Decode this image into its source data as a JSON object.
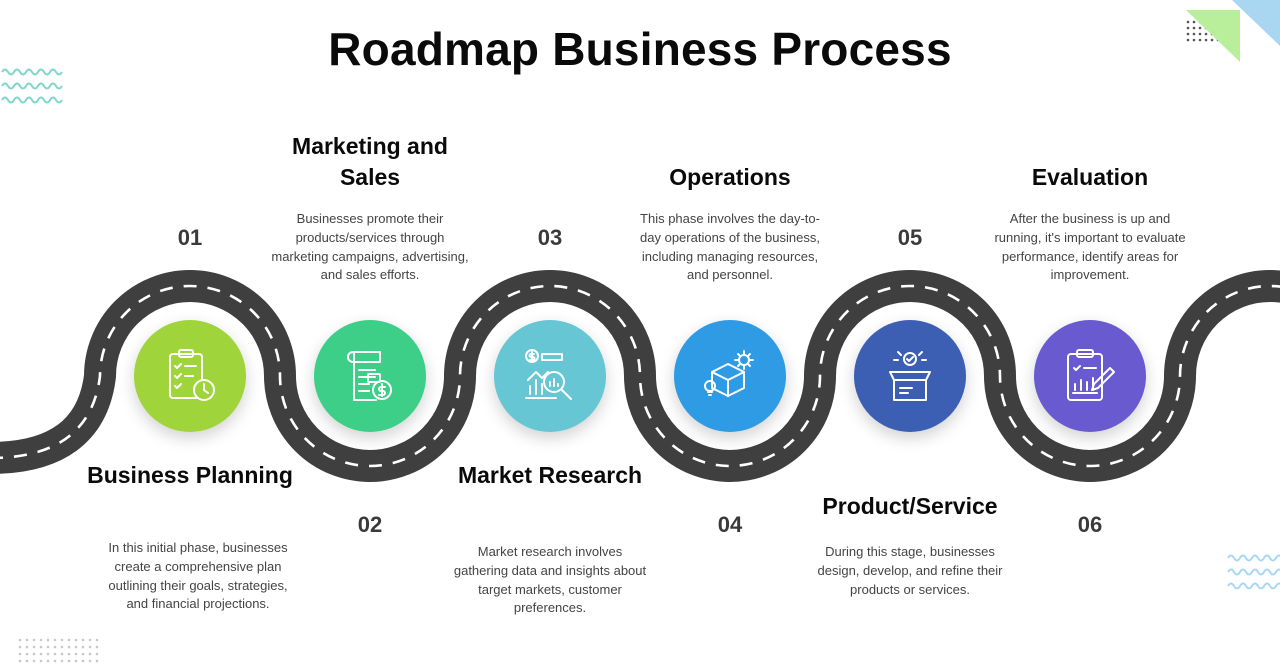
{
  "title": "Roadmap Business Process",
  "colors": {
    "road": "#3f3f3f",
    "road_dash": "#ffffff",
    "accent_teal": "#7fd6cf",
    "accent_green": "#b9ee9a",
    "accent_blue": "#a9d7f2"
  },
  "steps": [
    {
      "number": "01",
      "heading": "Business Planning",
      "description": "In this initial phase, businesses create a comprehensive plan outlining their goals, strategies, and financial projections.",
      "color": "#9fd53a",
      "icon": "clipboard-clock-icon"
    },
    {
      "number": "02",
      "heading": "Marketing and Sales",
      "description": "Businesses promote their products/services through marketing campaigns, advertising, and sales efforts.",
      "color": "#3dcf88",
      "icon": "document-dollar-icon"
    },
    {
      "number": "03",
      "heading": "Market Research",
      "description": "Market research involves gathering data and insights about target markets, customer preferences.",
      "color": "#66c6d4",
      "icon": "magnifier-chart-icon"
    },
    {
      "number": "04",
      "heading": "Operations",
      "description": "This phase involves the day-to-day operations of the business, including managing resources, and personnel.",
      "color": "#2f9be4",
      "icon": "box-gear-icon"
    },
    {
      "number": "05",
      "heading": "Product/Service",
      "description": "During this stage, businesses design, develop, and refine their products or services.",
      "color": "#3c5fb4",
      "icon": "open-box-icon"
    },
    {
      "number": "06",
      "heading": "Evaluation",
      "description": "After the business is up and running, it's important to evaluate performance, identify areas for improvement.",
      "color": "#6a5ad0",
      "icon": "clipboard-pencil-icon"
    }
  ]
}
